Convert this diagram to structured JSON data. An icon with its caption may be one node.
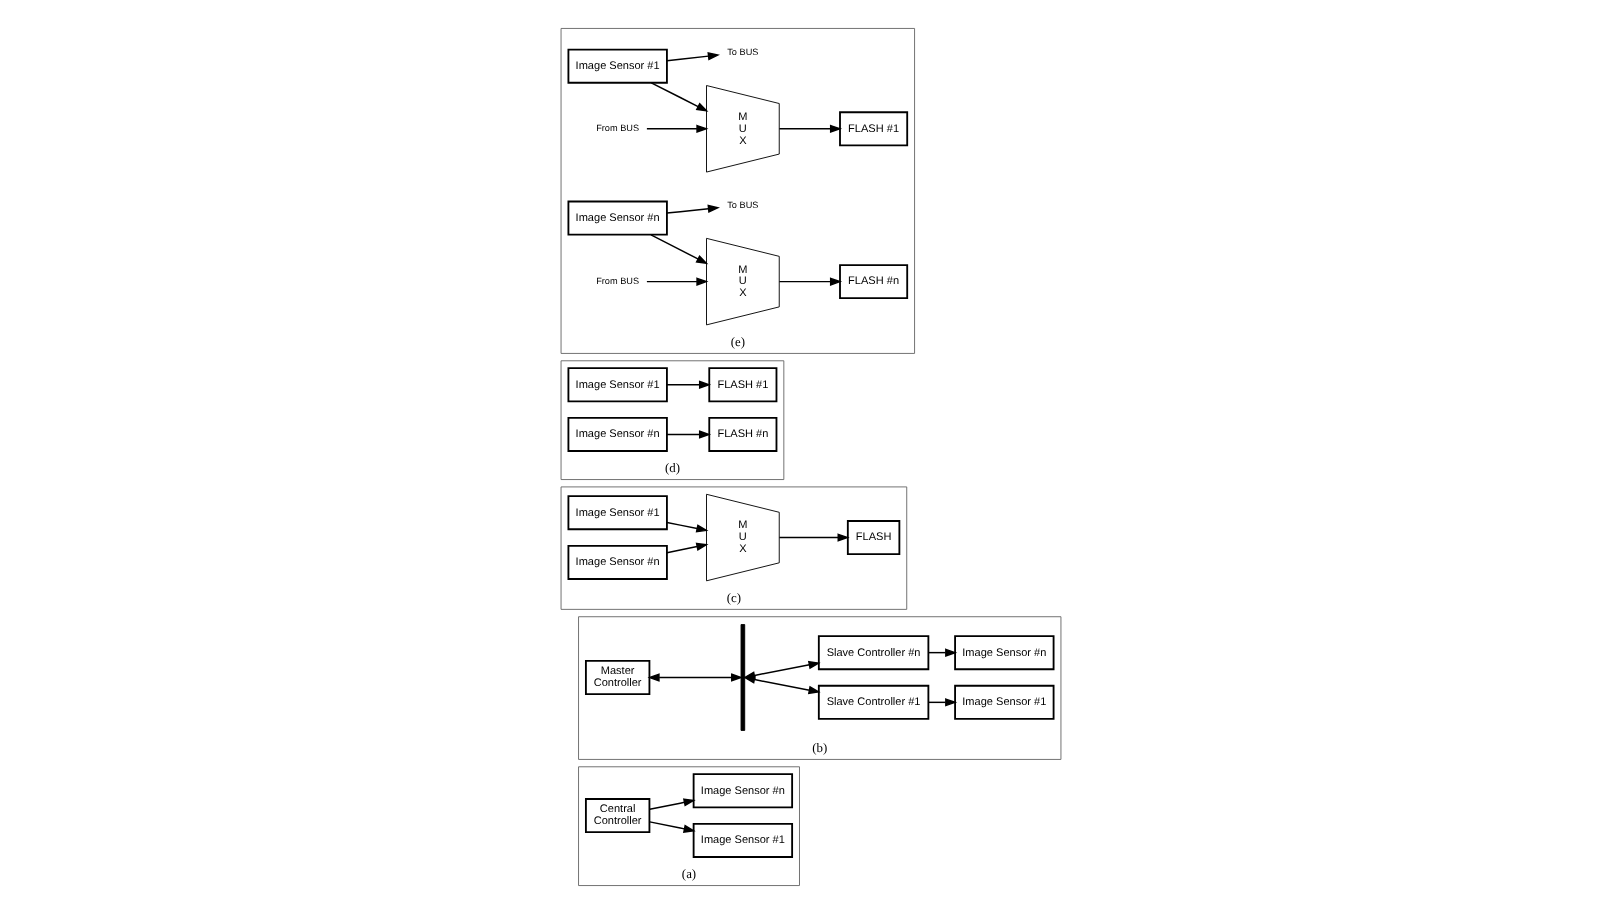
{
  "diagram": {
    "nodes": [
      {
        "text": [
          "(a)"
        ]
      },
      {
        "text": [
          "Central Controller"
        ],
        "in": 0
      },
      {
        "text": [
          "Image Sensor #1"
        ],
        "in": 0
      },
      {
        "text": [
          "Image Sensor #n"
        ],
        "in": 0
      },
      {
        "text": [
          "(b)"
        ]
      },
      {
        "text": [
          "Master Controller"
        ],
        "in": 4
      },
      {
        "text": [],
        "shape": "bar",
        "in": 4
      },
      {
        "text": [
          "Slave Controller #1"
        ],
        "in": 4
      },
      {
        "text": [
          "Image Sensor #1"
        ],
        "in": 4
      },
      {
        "text": [
          "Slave Controller #n"
        ],
        "in": 4
      },
      {
        "text": [
          "Image Sensor #n"
        ],
        "in": 4
      },
      {
        "text": [
          "(c)"
        ]
      },
      {
        "text": [
          "Image Sensor #1"
        ],
        "in": 11
      },
      {
        "text": [
          "Image Sensor #n"
        ],
        "in": 11
      },
      {
        "text": [
          "M U X"
        ],
        "in": 11
      },
      {
        "text": [
          "FLASH"
        ],
        "in": 11
      },
      {
        "text": [
          "(d)"
        ]
      },
      {
        "text": [
          "Image Sensor #1"
        ],
        "in": 16
      },
      {
        "text": [
          "FLASH #1"
        ],
        "in": 16
      },
      {
        "text": [
          "Image Sensor #n"
        ],
        "in": 16
      },
      {
        "text": [
          "FLASH #n"
        ],
        "in": 16
      },
      {
        "text": [
          "(e)"
        ]
      },
      {
        "text": [
          "To BUS"
        ],
        "in": 21
      },
      {
        "text": [
          "Image Sensor #1"
        ],
        "in": 21
      },
      {
        "text": [
          "From BUS"
        ],
        "in": 21
      },
      {
        "text": [
          "M U X"
        ],
        "in": 21
      },
      {
        "text": [
          "FLASH #1"
        ],
        "in": 21
      },
      {
        "text": [
          "To BUS"
        ],
        "in": 21
      },
      {
        "text": [
          "Image Sensor #n"
        ],
        "in": 21
      },
      {
        "text": [
          "From BUS"
        ],
        "in": 21
      },
      {
        "text": [
          "M U X"
        ],
        "in": 21
      },
      {
        "text": [
          "FLASH #n"
        ],
        "in": 21
      }
    ],
    "edges": [
      {
        "from": 1,
        "to": 2,
        "arrow": "to"
      },
      {
        "from": 1,
        "to": 3,
        "arrow": "to"
      },
      {
        "from": 5,
        "to": 6,
        "arrow": "both"
      },
      {
        "from": 6,
        "to": 7,
        "arrow": "both"
      },
      {
        "from": 6,
        "to": 9,
        "arrow": "both"
      },
      {
        "from": 7,
        "to": 8,
        "arrow": "to"
      },
      {
        "from": 9,
        "to": 10,
        "arrow": "to"
      },
      {
        "from": 12,
        "to": 14,
        "arrow": "to"
      },
      {
        "from": 13,
        "to": 14,
        "arrow": "to"
      },
      {
        "from": 14,
        "to": 15,
        "arrow": "to"
      },
      {
        "from": 17,
        "to": 18,
        "arrow": "to"
      },
      {
        "from": 19,
        "to": 20,
        "arrow": "to"
      },
      {
        "from": 23,
        "to": 25,
        "arrow": "to"
      },
      {
        "from": 23,
        "to": 22,
        "arrow": "to"
      },
      {
        "from": 24,
        "to": 25,
        "arrow": "to"
      },
      {
        "from": 25,
        "to": 26,
        "arrow": "to"
      },
      {
        "from": 28,
        "to": 30,
        "arrow": "to"
      },
      {
        "from": 28,
        "to": 27,
        "arrow": "to"
      },
      {
        "from": 29,
        "to": 30,
        "arrow": "to"
      },
      {
        "from": 30,
        "to": 31,
        "arrow": "to"
      }
    ]
  }
}
